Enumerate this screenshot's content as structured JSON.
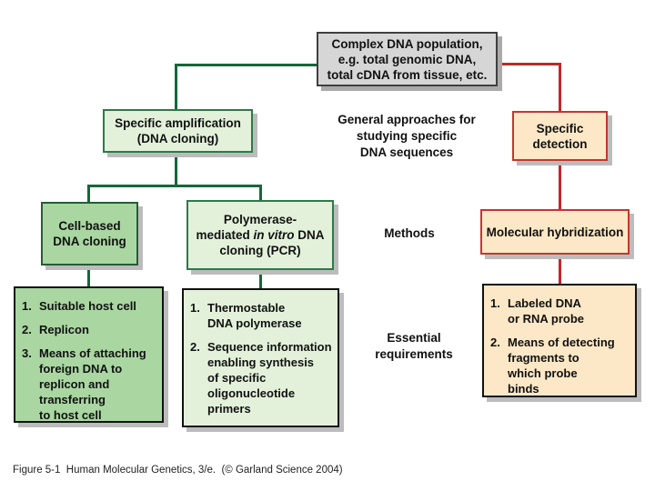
{
  "colors": {
    "green_line": "#17663a",
    "red_line": "#c1272d",
    "gray_box_fill": "#d6d6d6",
    "pale_green_fill": "#e3f1da",
    "mid_green_fill": "#a9d6a1",
    "peach_fill": "#fce8c6",
    "green_border": "#2c7a4a",
    "red_border": "#c2372f"
  },
  "root_box": {
    "text": "Complex DNA population,\ne.g. total genomic DNA,\ntotal cDNA from tissue, etc."
  },
  "labels": {
    "approaches": "General approaches for\nstudying specific\nDNA sequences",
    "methods": "Methods",
    "essential": "Essential\nrequirements"
  },
  "amplification": {
    "title": "Specific amplification\n(DNA cloning)",
    "cell_based": {
      "title": "Cell-based\nDNA cloning",
      "requirements": [
        {
          "num": "1.",
          "text": "Suitable host cell"
        },
        {
          "num": "2.",
          "text": "Replicon"
        },
        {
          "num": "3.",
          "text": "Means of attaching\nforeign DNA to\nreplicon and\ntransferring\nto host cell"
        }
      ]
    },
    "pcr": {
      "title_prefix": "Polymerase-\nmediated ",
      "title_italic": "in vitro",
      "title_suffix": " DNA\ncloning (PCR)",
      "requirements": [
        {
          "num": "1.",
          "text": "Thermostable\nDNA polymerase"
        },
        {
          "num": "2.",
          "text": "Sequence information\nenabling synthesis\nof specific\noligonucleotide\nprimers"
        }
      ]
    }
  },
  "detection": {
    "title": "Specific\ndetection",
    "hybridization": {
      "title": "Molecular hybridization",
      "requirements": [
        {
          "num": "1.",
          "text": "Labeled DNA\nor RNA probe"
        },
        {
          "num": "2.",
          "text": "Means of detecting\nfragments to\nwhich probe\nbinds"
        }
      ]
    }
  },
  "figure": {
    "caption": "Figure 5-1  Human Molecular Genetics, 3/e.  (© Garland Science 2004)"
  }
}
